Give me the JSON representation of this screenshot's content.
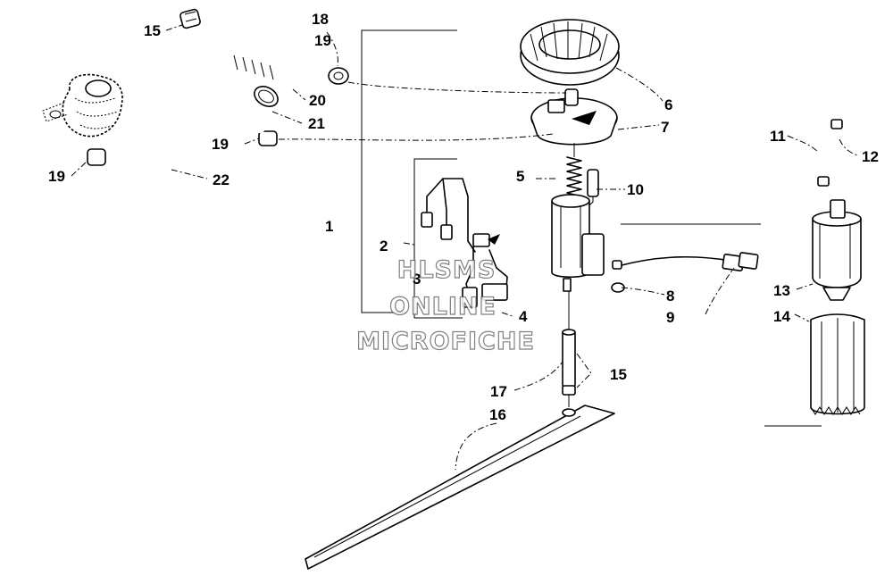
{
  "callouts": {
    "c1": "1",
    "c2": "2",
    "c3": "3",
    "c4": "4",
    "c5": "5",
    "c6": "6",
    "c7": "7",
    "c8": "8",
    "c9": "9",
    "c10": "10",
    "c11": "11",
    "c12": "12",
    "c13": "13",
    "c14": "14",
    "c15a": "15",
    "c15b": "15",
    "c16": "16",
    "c17": "17",
    "c18": "18",
    "c19a": "19",
    "c19b": "19",
    "c19c": "19",
    "c20": "20",
    "c21": "21",
    "c22": "22"
  },
  "watermark": {
    "line1": "HLSMS",
    "line2": "ONLINE",
    "line3": "MICROFICHE"
  }
}
